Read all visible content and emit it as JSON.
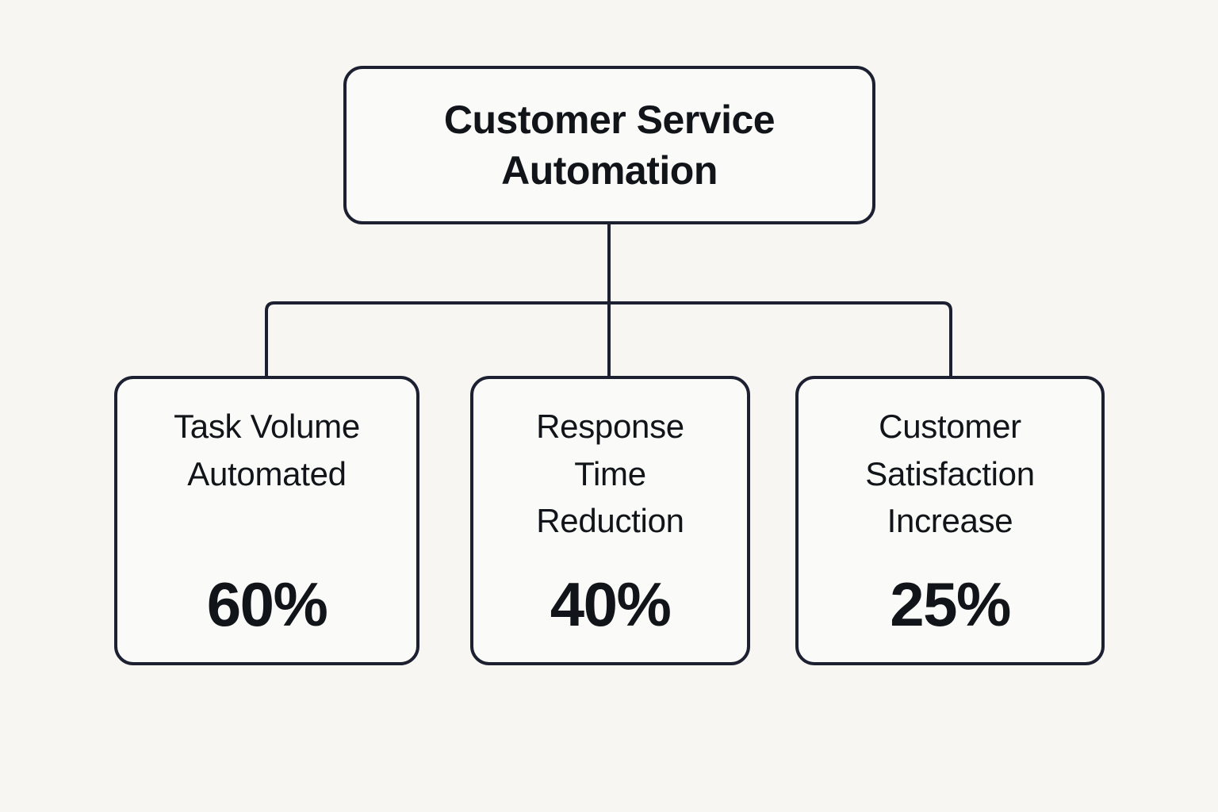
{
  "diagram": {
    "type": "tree",
    "orientation": "top-down",
    "background_color": "#F7F6F3",
    "node_fill_color": "#FAFAF8",
    "stroke_color": "#1D2030",
    "text_color": "#111418",
    "root": {
      "title": "Customer Service Automation",
      "title_line_1": "Customer Service",
      "title_line_2": "Automation"
    },
    "children": [
      {
        "label": "Task Volume Automated",
        "label_line_1": "Task Volume",
        "label_line_2": "Automated",
        "value": "60%",
        "value_number": 60,
        "value_unit": "%"
      },
      {
        "label": "Response Time Reduction",
        "label_line_1": "Response",
        "label_line_2": "Time",
        "label_line_3": "Reduction",
        "value": "40%",
        "value_number": 40,
        "value_unit": "%"
      },
      {
        "label": "Customer Satisfaction Increase",
        "label_line_1": "Customer",
        "label_line_2": "Satisfaction",
        "label_line_3": "Increase",
        "value": "25%",
        "value_number": 25,
        "value_unit": "%"
      }
    ]
  }
}
